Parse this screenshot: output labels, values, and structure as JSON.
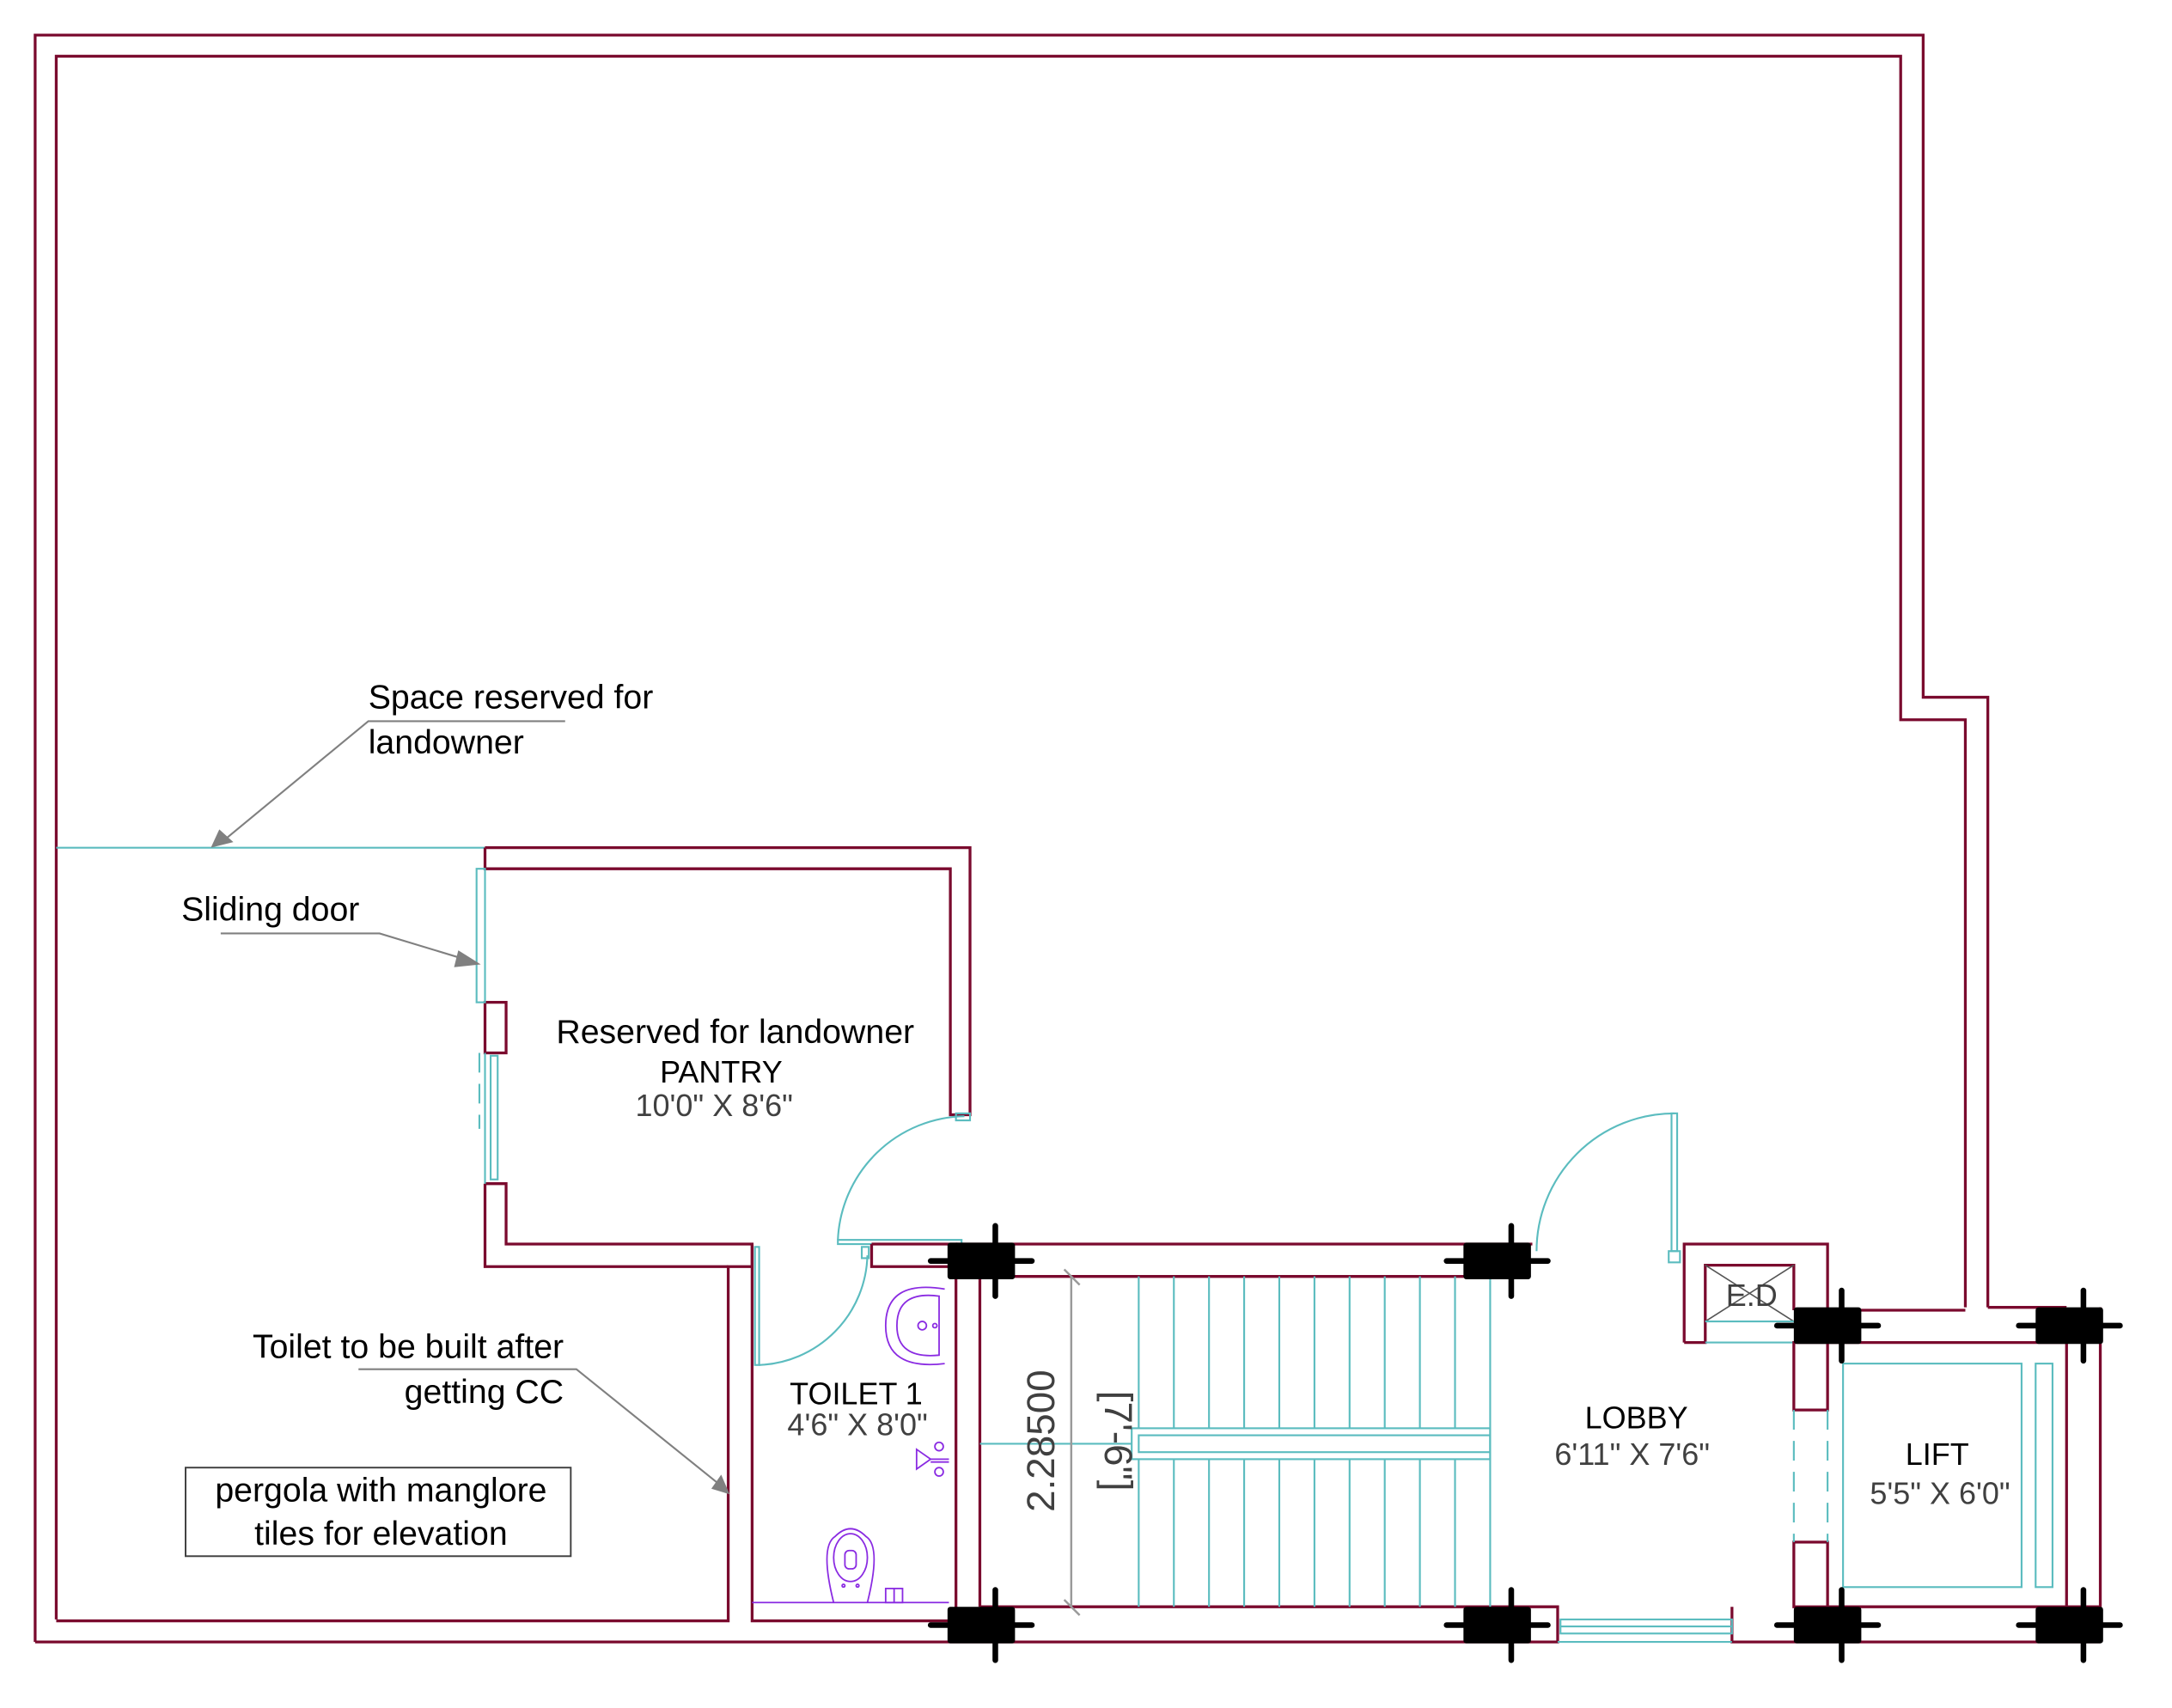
{
  "drawing": {
    "type": "architectural-floor-plan",
    "colors": {
      "wall": "#7a0a2e",
      "openings": "#5bbcbf",
      "fixtures": "#8a2be2",
      "leaders": "#808080",
      "columns": "#000000",
      "text": "#000000",
      "dimension_text": "#404040"
    }
  },
  "annotations": {
    "space_reserved": {
      "line1": "Space reserved for",
      "line2": "landowner"
    },
    "sliding_door": "Sliding door",
    "toilet_future": {
      "line1": "Toilet to be built after",
      "line2": "getting CC"
    },
    "pergola_note": {
      "line1": "pergola with manglore",
      "line2": "tiles for elevation"
    }
  },
  "rooms": {
    "pantry": {
      "note": "Reserved for landowner",
      "name": "PANTRY",
      "size": "10'0\" X 8'6\""
    },
    "toilet": {
      "name": "TOILET 1",
      "size": "4'6\" X 8'0\""
    },
    "lobby": {
      "name": "LOBBY",
      "size": "6'11\" X 7'6\""
    },
    "lift": {
      "name": "LIFT",
      "size": "5'5\" X 6'0\""
    },
    "ed": {
      "name": "E.D"
    }
  },
  "staircase": {
    "dimension_metric": "2.28500",
    "dimension_imperial": "[7'-6\"]",
    "treads_per_flight": 10
  }
}
